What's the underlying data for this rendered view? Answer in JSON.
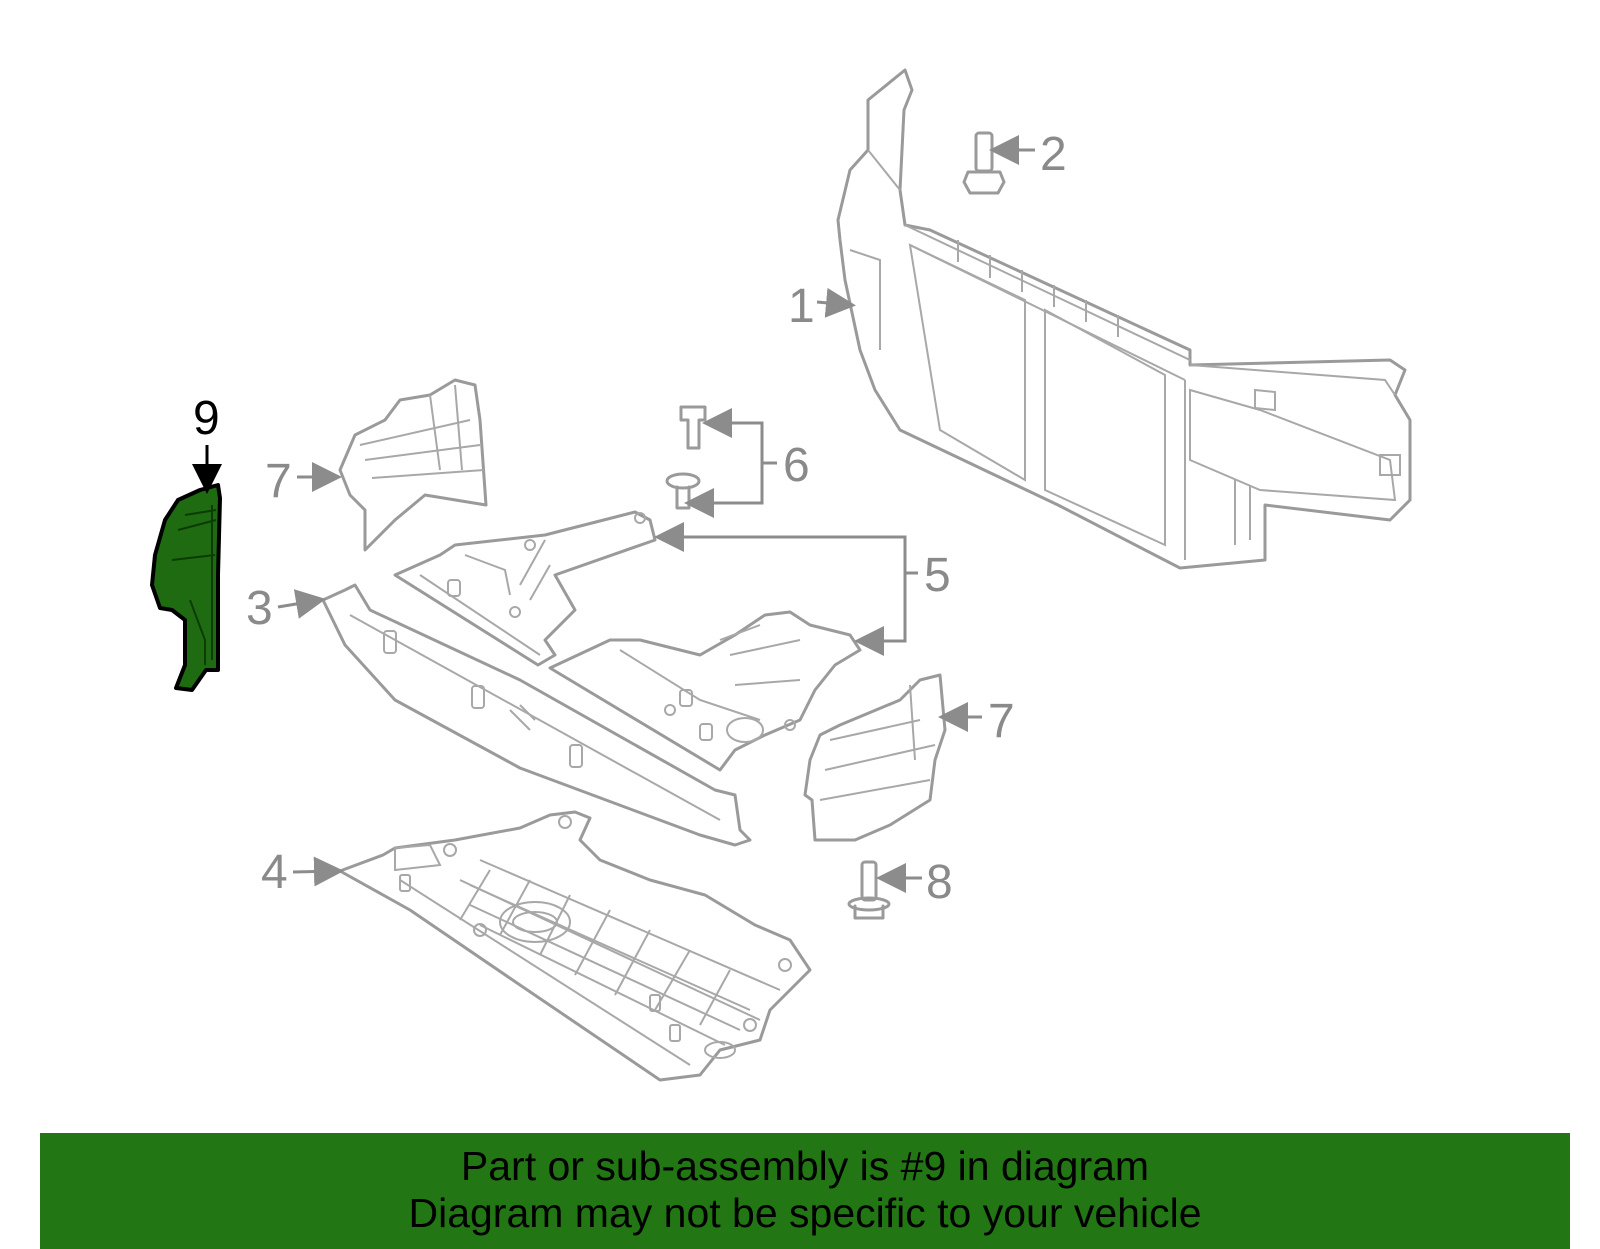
{
  "diagram": {
    "callouts": [
      {
        "id": "1",
        "label": "1"
      },
      {
        "id": "2",
        "label": "2"
      },
      {
        "id": "3",
        "label": "3"
      },
      {
        "id": "4",
        "label": "4"
      },
      {
        "id": "5",
        "label": "5"
      },
      {
        "id": "6",
        "label": "6"
      },
      {
        "id": "7a",
        "label": "7"
      },
      {
        "id": "7b",
        "label": "7"
      },
      {
        "id": "8",
        "label": "8"
      },
      {
        "id": "9",
        "label": "9",
        "highlighted": true
      }
    ],
    "highlight_color": "#227614"
  },
  "banner": {
    "line1": "Part or sub-assembly is #9 in diagram",
    "line2": "Diagram may not be specific to your vehicle",
    "background": "#227614"
  }
}
